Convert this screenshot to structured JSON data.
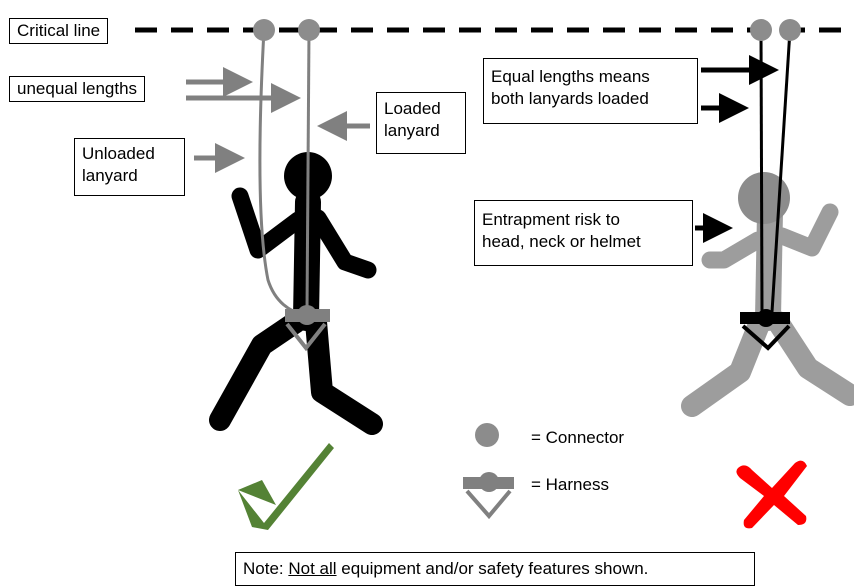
{
  "labels": {
    "critical_line": "Critical line",
    "unequal_lengths": "unequal lengths",
    "unloaded_lanyard": [
      "Unloaded",
      "lanyard"
    ],
    "loaded_lanyard": [
      "Loaded",
      "lanyard"
    ],
    "equal_lengths": [
      "Equal lengths means",
      "both lanyards loaded"
    ],
    "entrapment": [
      "Entrapment risk to",
      "head, neck or helmet"
    ]
  },
  "legend": {
    "connector": "= Connector",
    "harness": "= Harness"
  },
  "note": {
    "prefix": "Note: ",
    "underlined": "Not all",
    "suffix": " equipment and/or safety features shown."
  },
  "colors": {
    "arrow_gray": "#808080",
    "figure_black": "#000000",
    "figure_gray": "#8c8c8c",
    "connector": "#8c8c8c",
    "check": "#548235",
    "cross": "#ff0000"
  },
  "icons": [
    "connector-icon",
    "harness-icon",
    "checkmark-icon",
    "cross-icon"
  ]
}
